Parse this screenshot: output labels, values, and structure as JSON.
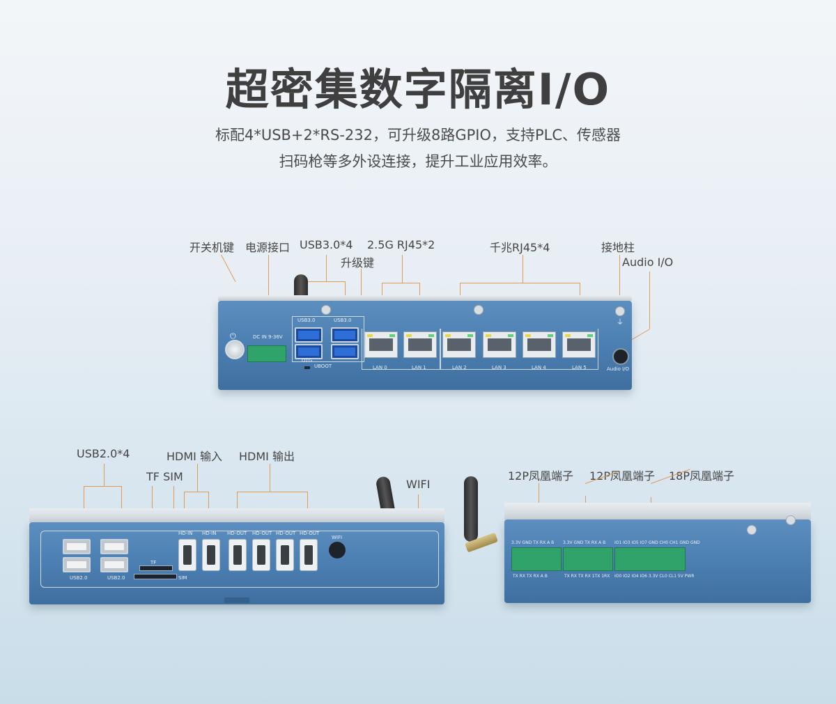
{
  "header": {
    "title": "超密集数字隔离I/O",
    "subtitle_line1": "标配4*USB+2*RS-232，可升级8路GPIO，支持PLC、传感器",
    "subtitle_line2": "扫码枪等多外设连接，提升工业应用效率。"
  },
  "front_panel": {
    "labels": {
      "power_key": "开关机键",
      "power_port": "电源接口",
      "usb30": "USB3.0*4",
      "rj45_25g": "2.5G RJ45*2",
      "upgrade_key": "升级键",
      "rj45_gbe": "千兆RJ45*4",
      "ground": "接地柱",
      "audio": "Audio I/O"
    },
    "silk": {
      "dc_in": "DC IN 9-36V",
      "usb30_a": "USB3.0",
      "usb30_b": "USB3.0",
      "otg": "OTG",
      "uboot": "UBOOT",
      "lan0": "LAN 0",
      "lan1": "LAN 1",
      "lan2": "LAN 2",
      "lan3": "LAN 3",
      "lan4": "LAN 4",
      "lan5": "LAN 5",
      "audio_io": "Audio I/O"
    }
  },
  "rear_panel": {
    "labels": {
      "usb20": "USB2.0*4",
      "tf_sim": "TF SIM",
      "hdmi_in": "HDMI 输入",
      "hdmi_out": "HDMI  输出",
      "wifi": "WIFI"
    },
    "silk": {
      "usb20_a": "USB2.0",
      "usb20_b": "USB2.0",
      "tf": "TF",
      "sim": "SIM",
      "hd_in_1": "HD-IN",
      "hd_in_2": "HD-IN",
      "hd_out_1": "HD-OUT",
      "hd_out_2": "HD-OUT",
      "hd_out_3": "HD-OUT",
      "hd_out_4": "HD-OUT",
      "wifi": "WIFI"
    }
  },
  "side_panel": {
    "labels": {
      "term12a": "12P凤凰端子",
      "term12b": "12P凤凰端子",
      "term18": "18P凤凰端子"
    },
    "silk": {
      "top_a": "3.3V GND TX RX  A  B",
      "top_b": "3.3V GND TX RX  A  B",
      "top_c": "IO1 IO3 IO5 IO7 GND CH0 CH1 GND GND",
      "bot_a": "TX  RX  TX  RX  A  B",
      "bot_b": "TX  RX  TX  RX 1TX 1RX",
      "bot_c": "IO0 IO2 IO4 IO6 3.3V CL0 CL1 5V PWR"
    }
  },
  "colors": {
    "leader_line": "#e39a55",
    "device_blue": "#4a7db0",
    "terminal_green": "#2fa36a"
  }
}
